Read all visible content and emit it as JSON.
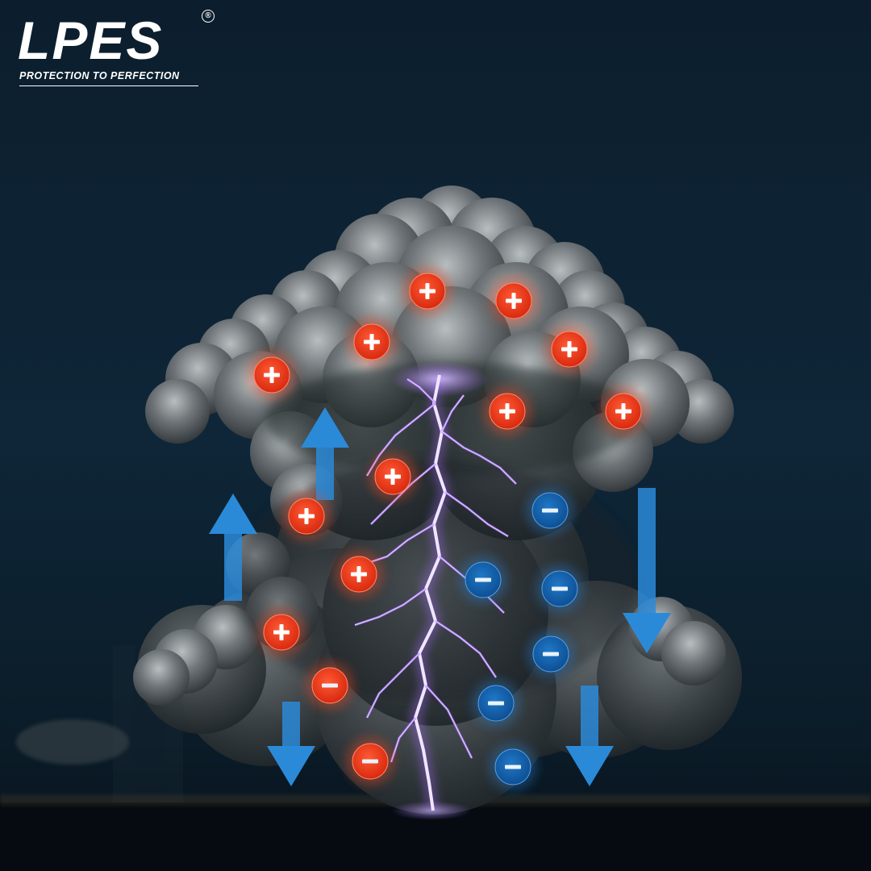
{
  "brand": {
    "name": "LPES",
    "registered": "®",
    "tagline": "PROTECTION TO PERFECTION"
  },
  "scene": {
    "subject": "thunder-cloud",
    "charge_symbols": {
      "positive": "+",
      "negative": "−"
    },
    "colors": {
      "background_top": "#0d2435",
      "background_bottom": "#07131d",
      "cloud": "#4b5054",
      "positive_charge": "#ea3a1d",
      "negative_charge": "#1565b0",
      "arrow": "#2b8ad8",
      "lightning": "#efe6ff",
      "lightning_glow": "#a86bff"
    }
  }
}
